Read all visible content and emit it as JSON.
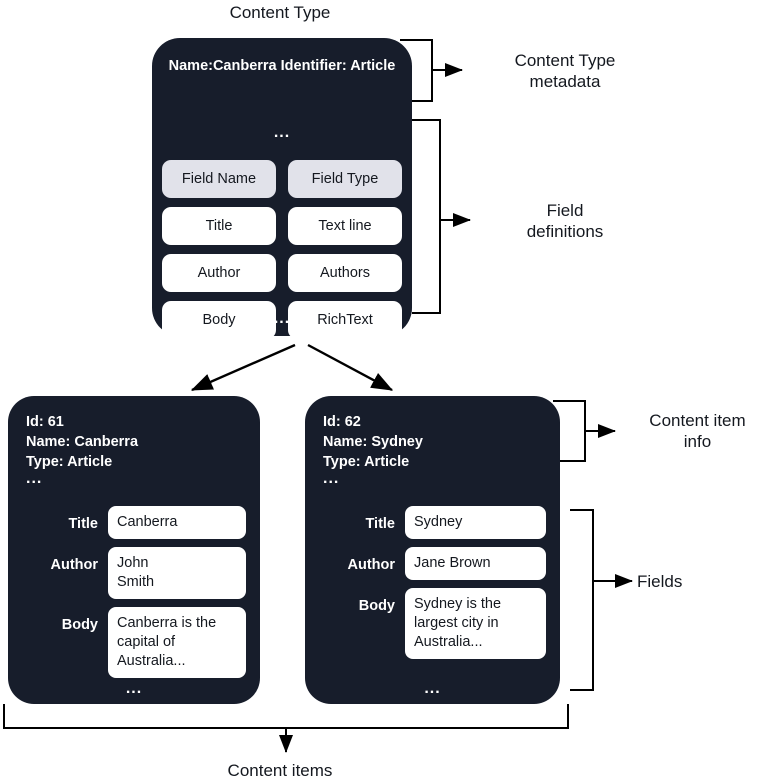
{
  "diagram": {
    "title": "Content Type",
    "footer_title": "Content items",
    "ellipsis": "...",
    "colors": {
      "card_background": "#171d2b",
      "card_text": "#ffffff",
      "header_cell_background": "#e1e2ea",
      "value_cell_background": "#ffffff",
      "page_background": "#ffffff",
      "connector_stroke": "#000000",
      "body_text": "#14181f"
    }
  },
  "content_type": {
    "metadata": "Name:Canberra\nIdentifier: Article",
    "name_line": "Name:Canberra",
    "identifier_line": "Identifier: Article",
    "field_table": {
      "headers": [
        "Field Name",
        "Field Type"
      ],
      "rows": [
        [
          "Title",
          "Text line"
        ],
        [
          "Author",
          "Authors"
        ],
        [
          "Body",
          "RichText"
        ]
      ]
    }
  },
  "content_items": [
    {
      "info": "Id: 61\nName: Canberra\nType: Article",
      "id_line": "Id: 61",
      "name_line": "Name: Canberra",
      "type_line": "Type: Article",
      "fields": [
        {
          "label": "Title",
          "value": "Canberra"
        },
        {
          "label": "Author",
          "value": "John\nSmith"
        },
        {
          "label": "Body",
          "value": "Canberra is the\ncapital of\nAustralia..."
        }
      ]
    },
    {
      "info": "Id: 62\nName: Sydney\nType: Article",
      "id_line": "Id: 62",
      "name_line": "Name: Sydney",
      "type_line": "Type: Article",
      "fields": [
        {
          "label": "Title",
          "value": "Sydney"
        },
        {
          "label": "Author",
          "value": "Jane Brown"
        },
        {
          "label": "Body",
          "value": "Sydney is the\nlargest city in\nAustralia..."
        }
      ]
    }
  ],
  "annotations": {
    "content_type_metadata": "Content Type\nmetadata",
    "field_definitions": "Field\ndefinitions",
    "content_item_info": "Content item\ninfo",
    "fields": "Fields"
  }
}
